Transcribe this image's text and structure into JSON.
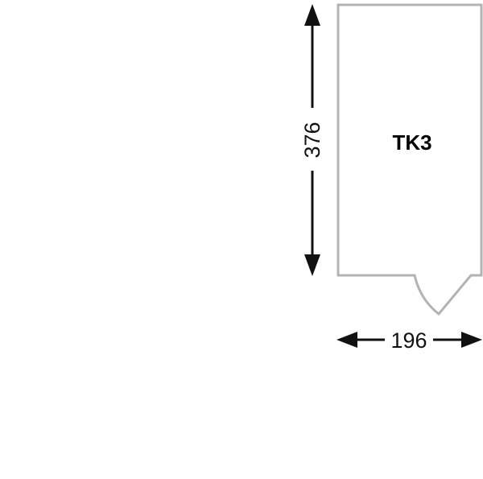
{
  "product": {
    "label": "TK3"
  },
  "dimensions": {
    "height": "376",
    "width": "196"
  },
  "colors": {
    "outline": "#b3b3b3",
    "dimension": "#111111",
    "label": "#000000"
  }
}
